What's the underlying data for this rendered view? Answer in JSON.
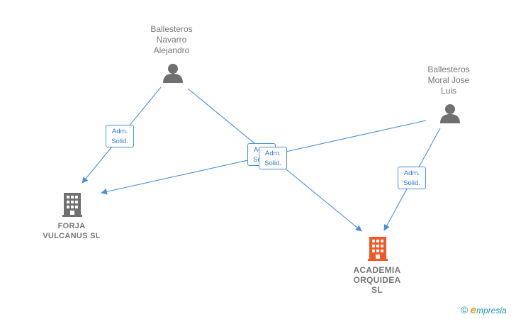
{
  "people": [
    {
      "id": "ballesteros-navarro",
      "name_lines": [
        "Ballesteros",
        "Navarro",
        "Alejandro"
      ]
    },
    {
      "id": "ballesteros-moral",
      "name_lines": [
        "Ballesteros",
        "Moral Jose",
        "Luis"
      ]
    }
  ],
  "companies": [
    {
      "id": "forja-vulcanus",
      "name_lines": [
        "FORJA",
        "VULCANUS  SL"
      ],
      "color": "#707070"
    },
    {
      "id": "academia-orquidea",
      "name_lines": [
        "ACADEMIA",
        "ORQUIDEA",
        "SL"
      ],
      "color": "#f05a28"
    }
  ],
  "relations": [
    {
      "from": "ballesteros-navarro",
      "to": "forja-vulcanus",
      "role_lines": [
        "Adm.",
        "Solid."
      ]
    },
    {
      "from": "ballesteros-navarro",
      "to": "academia-orquidea",
      "role_lines": [
        "Adm.",
        "Solid."
      ]
    },
    {
      "from": "ballesteros-moral",
      "to": "forja-vulcanus",
      "role_lines": [
        "Adm.",
        "Solid."
      ]
    },
    {
      "from": "ballesteros-moral",
      "to": "academia-orquidea",
      "role_lines": [
        "Adm.",
        "Solid."
      ]
    }
  ],
  "colors": {
    "edge": "#4a8fd8",
    "person_icon": "#707070",
    "label_text": "#777777"
  },
  "footer": {
    "copyright_symbol": "©",
    "brand_first": "e",
    "brand_rest": "mpresia"
  }
}
